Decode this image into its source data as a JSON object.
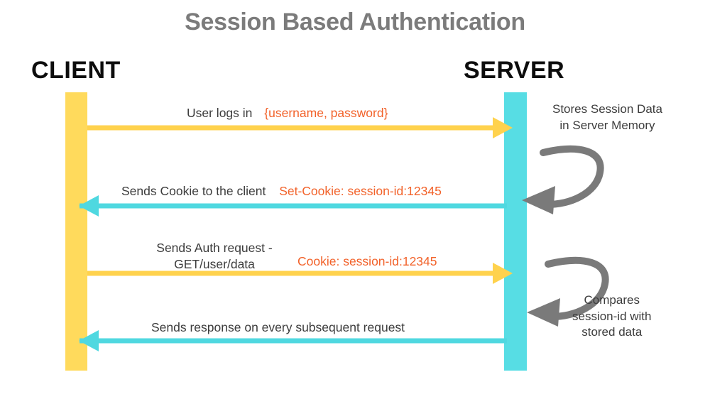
{
  "diagram": {
    "title": "Session Based Authentication",
    "type": "sequence-diagram"
  },
  "actors": {
    "client": {
      "label": "CLIENT",
      "color": "#ffda5c"
    },
    "server": {
      "label": "SERVER",
      "color": "#57dde4"
    }
  },
  "colors": {
    "title": "#7b7b7b",
    "actor_label": "#0d0d0d",
    "client_bar": "#ffda5c",
    "server_bar": "#57dde4",
    "request_arrow": "#ffd24d",
    "response_arrow": "#4fd8e0",
    "message_text": "#3c3c3c",
    "token_text": "#f2622a",
    "curved_arrow": "#7a7a7a",
    "background": "#ffffff"
  },
  "messages": [
    {
      "id": "login",
      "direction": "client-to-server",
      "arrow_color": "#ffd24d",
      "label": "User logs in",
      "label_line2": "",
      "token": "{username, password}"
    },
    {
      "id": "set-cookie",
      "direction": "server-to-client",
      "arrow_color": "#4fd8e0",
      "label": "Sends Cookie to the client",
      "label_line2": "",
      "token": "Set-Cookie: session-id:12345"
    },
    {
      "id": "auth-request",
      "direction": "client-to-server",
      "arrow_color": "#ffd24d",
      "label": "Sends Auth request -",
      "label_line2": "GET/user/data",
      "token": "Cookie: session-id:12345"
    },
    {
      "id": "response",
      "direction": "server-to-client",
      "arrow_color": "#4fd8e0",
      "label": "Sends response on every subsequent request",
      "label_line2": "",
      "token": ""
    }
  ],
  "annotations": [
    {
      "id": "stores-session",
      "line1": "Stores Session Data",
      "line2": "in Server Memory",
      "line3": ""
    },
    {
      "id": "compares-session",
      "line1": "Compares",
      "line2": "session-id with",
      "line3": "stored data"
    }
  ]
}
